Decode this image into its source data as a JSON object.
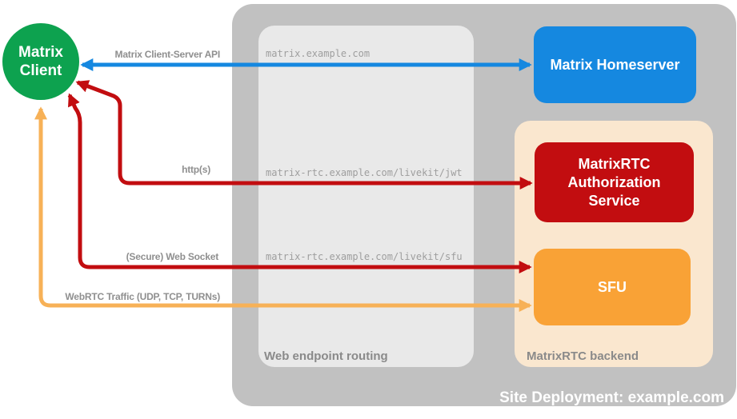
{
  "colors": {
    "green": "#0da24f",
    "blue": "#1588e0",
    "red": "#c20d10",
    "orange": "#f9a236",
    "orange_arrow": "#f7b157",
    "peach": "#fae7cf",
    "container_gray": "#c1c1c1",
    "routing_gray": "#e9e9e9",
    "label_gray": "#8a8a8a",
    "arrow_label_gray": "#8f8f8f",
    "mono_gray": "#9e9e9e",
    "white": "#ffffff"
  },
  "client": {
    "line1": "Matrix",
    "line2": "Client"
  },
  "homeserver": {
    "label": "Matrix Homeserver"
  },
  "auth_service": {
    "label": "MatrixRTC Authorization Service"
  },
  "sfu": {
    "label": "SFU"
  },
  "routing": {
    "label": "Web endpoint routing",
    "endpoints": {
      "homeserver": "matrix.example.com",
      "jwt": "matrix-rtc.example.com/livekit/jwt",
      "sfu": "matrix-rtc.example.com/livekit/sfu"
    }
  },
  "backend": {
    "label": "MatrixRTC backend"
  },
  "deployment": {
    "label": "Site Deployment: example.com"
  },
  "arrows": {
    "client_server_api": {
      "label": "Matrix Client-Server API"
    },
    "https": {
      "label": "http(s)"
    },
    "websocket": {
      "label": "(Secure) Web Socket"
    },
    "webrtc": {
      "label": "WebRTC Traffic (UDP, TCP, TURNs)"
    }
  }
}
